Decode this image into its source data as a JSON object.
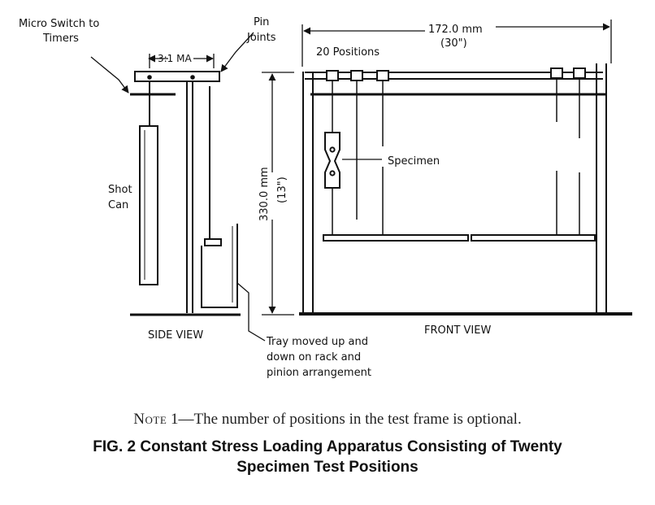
{
  "labels": {
    "micro_switch": [
      "Micro Switch to",
      "Timers"
    ],
    "ratio": "3:1 MA",
    "pin_joints": [
      "Pin",
      "Joints"
    ],
    "shot_can": [
      "Shot",
      "Can"
    ],
    "side_view": "SIDE VIEW",
    "tray": [
      "Tray moved up and",
      "down on rack and",
      "pinion arrangement"
    ],
    "width_mm": "172.0 mm",
    "width_in": "(30\")",
    "positions": "20 Positions",
    "height_mm": "330.0 mm",
    "height_in": "(13\")",
    "specimen": "Specimen",
    "front_view": "FRONT VIEW"
  },
  "note": {
    "prefix": "Note",
    "text": " 1—The number of positions in the test frame is optional."
  },
  "caption": {
    "line1": "FIG. 2 Constant Stress Loading Apparatus Consisting of Twenty",
    "line2": "Specimen Test Positions"
  }
}
